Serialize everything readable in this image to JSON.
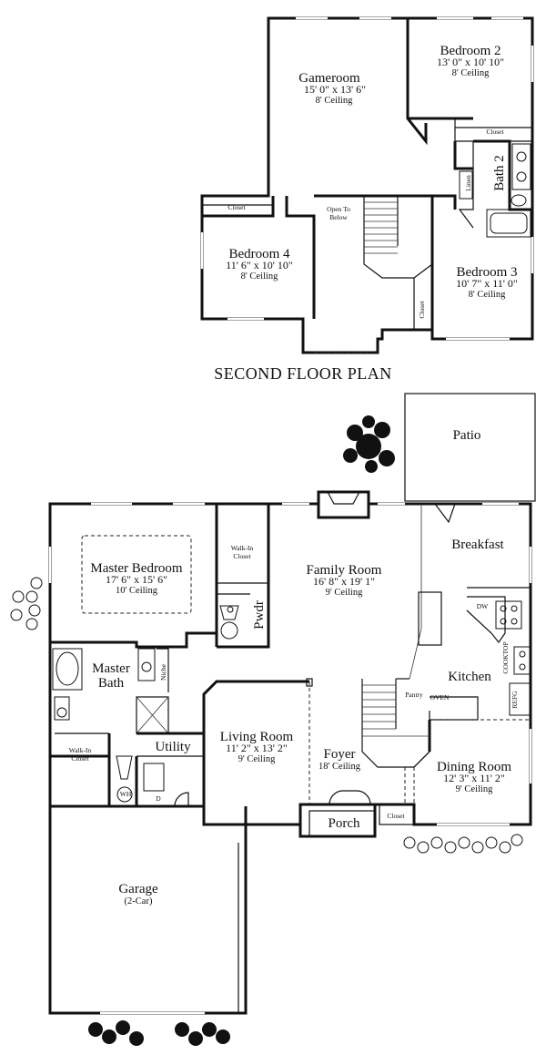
{
  "second_floor": {
    "title": "SECOND FLOOR PLAN",
    "rooms": {
      "gameroom": {
        "name": "Gameroom",
        "dims": "15' 0\" x 13' 6\"",
        "ceiling": "8' Ceiling"
      },
      "bedroom2": {
        "name": "Bedroom 2",
        "dims": "13' 0\" x 10' 10\"",
        "ceiling": "8' Ceiling"
      },
      "bedroom3": {
        "name": "Bedroom 3",
        "dims": "10' 7\" x 11' 0\"",
        "ceiling": "8' Ceiling"
      },
      "bedroom4": {
        "name": "Bedroom 4",
        "dims": "11' 6\" x 10' 10\"",
        "ceiling": "8' Ceiling"
      },
      "bath2": {
        "name": "Bath 2"
      }
    },
    "labels": {
      "closet_bed2": "Closet",
      "closet_bed4": "Closet",
      "closet_bed3": "Closet",
      "linen": "Linen",
      "open_to_below_1": "Open To",
      "open_to_below_2": "Below"
    }
  },
  "first_floor": {
    "rooms": {
      "patio": {
        "name": "Patio"
      },
      "breakfast": {
        "name": "Breakfast"
      },
      "master_bedroom": {
        "name": "Master Bedroom",
        "dims": "17' 6\" x 15' 6\"",
        "ceiling": "10' Ceiling"
      },
      "family_room": {
        "name": "Family Room",
        "dims": "16' 8\" x 19' 1\"",
        "ceiling": "9' Ceiling"
      },
      "master_bath_1": "Master",
      "master_bath_2": "Bath",
      "kitchen": {
        "name": "Kitchen"
      },
      "living_room": {
        "name": "Living Room",
        "dims": "11' 2\" x 13' 2\"",
        "ceiling": "9' Ceiling"
      },
      "foyer": {
        "name": "Foyer",
        "ceiling": "18' Ceiling"
      },
      "dining_room": {
        "name": "Dining Room",
        "dims": "12' 3\" x 11' 2\"",
        "ceiling": "9' Ceiling"
      },
      "utility": {
        "name": "Utility"
      },
      "porch": {
        "name": "Porch"
      },
      "garage": {
        "name": "Garage",
        "sub": "(2-Car)"
      },
      "pwdr": {
        "name": "Pwdr"
      }
    },
    "labels": {
      "walk_in_closet_top_1": "Walk-In",
      "walk_in_closet_top_2": "Closet",
      "walk_in_closet_bath_1": "Walk-In",
      "walk_in_closet_bath_2": "Closet",
      "niche": "Niche",
      "dw": "DW",
      "cooktop": "COOKTOP",
      "refg": "REFG",
      "pantry": "Pantry",
      "oven": "OVEN",
      "wh": "WH",
      "d": "D",
      "closet_front": "Closet"
    }
  }
}
